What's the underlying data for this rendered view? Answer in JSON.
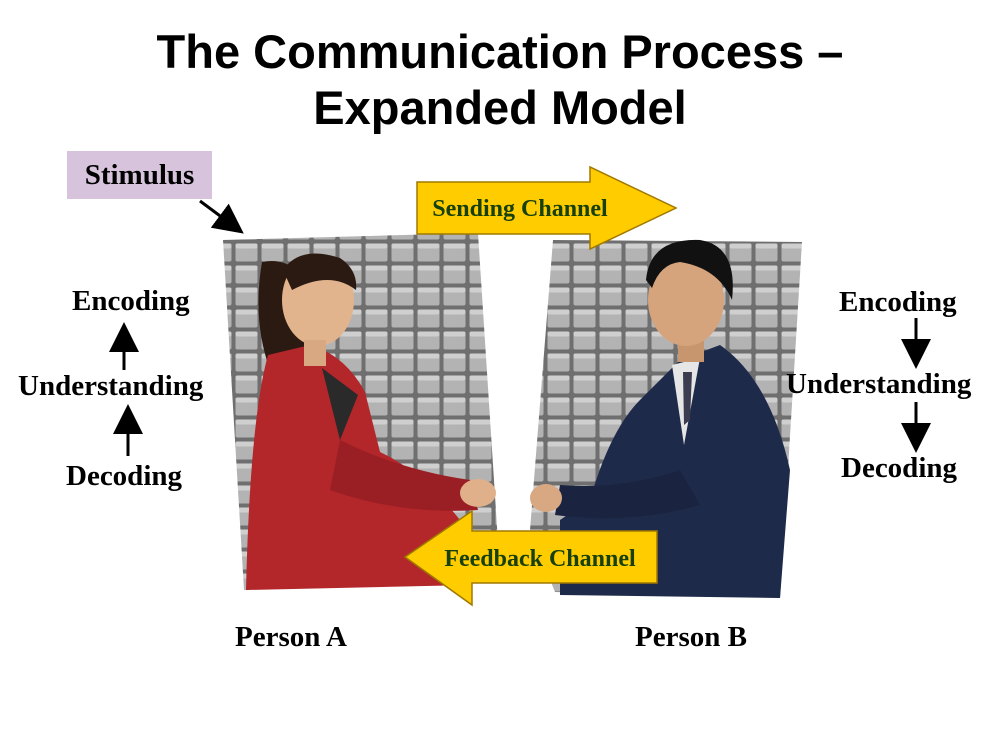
{
  "title_line1": "The Communication Process –",
  "title_line2": "Expanded Model",
  "stimulus": "Stimulus",
  "sending_channel": "Sending Channel",
  "feedback_channel": "Feedback Channel",
  "person_a": {
    "label": "Person A",
    "steps": [
      "Encoding",
      "Understanding",
      "Decoding"
    ]
  },
  "person_b": {
    "label": "Person B",
    "steps": [
      "Encoding",
      "Understanding",
      "Decoding"
    ]
  },
  "colors": {
    "stimulus_bg": "#d7c4dc",
    "channel_arrow_fill": "#ffcc00",
    "channel_text": "#17400a",
    "jacket_a": "#b3262a",
    "suit_b": "#1e2a4a",
    "brick_wall": "#8e8e8e"
  }
}
